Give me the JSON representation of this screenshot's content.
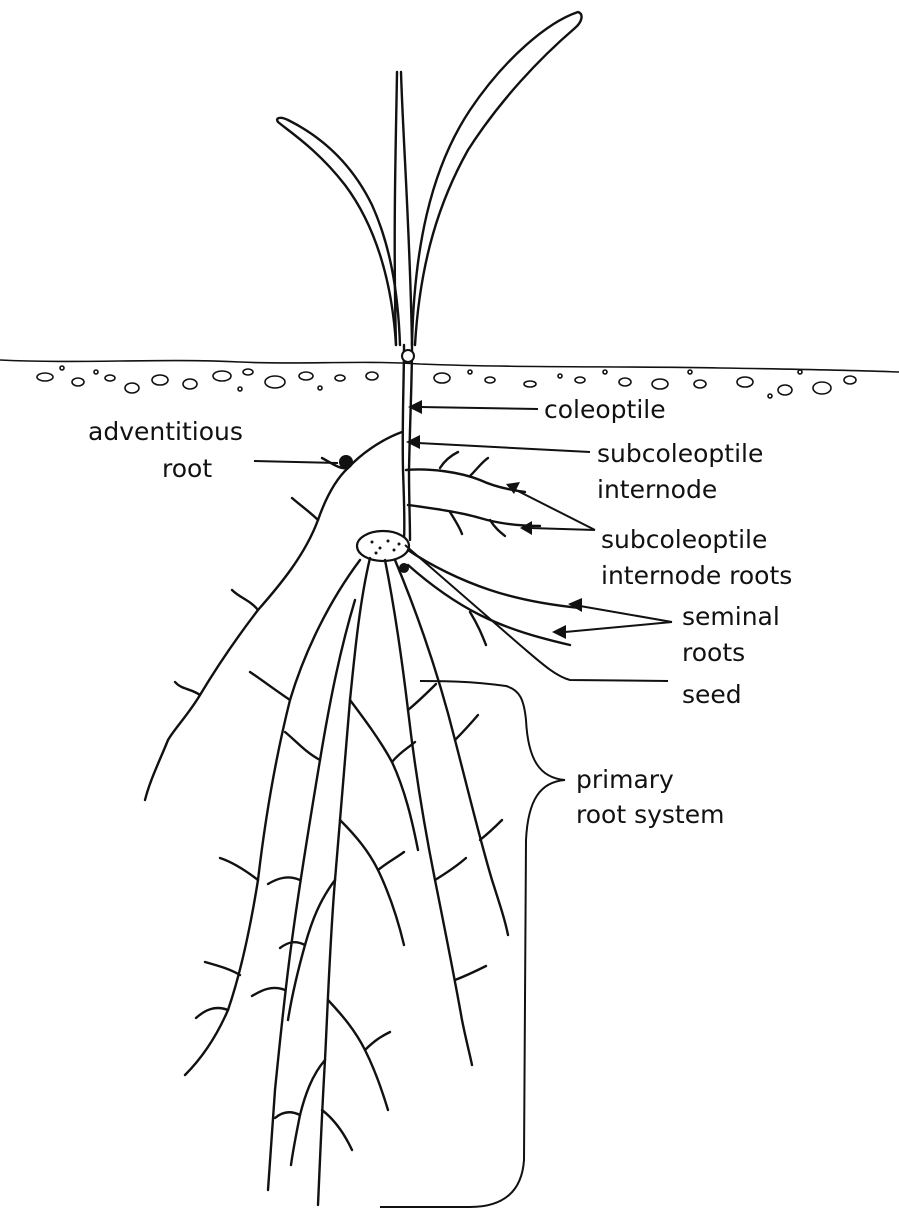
{
  "labels": {
    "adventitious_root_line1": "adventitious",
    "adventitious_root_line2": "root",
    "coleoptile": "coleoptile",
    "subcoleoptile_internode_line1": "subcoleoptile",
    "subcoleoptile_internode_line2": "internode",
    "subcoleoptile_internode_roots_line1": "subcoleoptile",
    "subcoleoptile_internode_roots_line2": "internode roots",
    "seminal_roots_line1": "seminal",
    "seminal_roots_line2": "roots",
    "seed": "seed",
    "primary_root_system_line1": "primary",
    "primary_root_system_line2": "root system"
  }
}
